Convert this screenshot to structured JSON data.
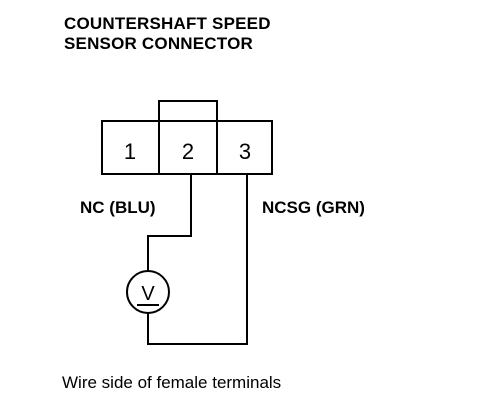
{
  "title": {
    "line1": "COUNTERSHAFT SPEED",
    "line2": "SENSOR CONNECTOR"
  },
  "connector": {
    "terminals": [
      "1",
      "2",
      "3"
    ]
  },
  "wires": {
    "left_label": "NC (BLU)",
    "right_label": "NCSG (GRN)"
  },
  "meter": {
    "symbol": "V"
  },
  "footer": "Wire side of female terminals"
}
